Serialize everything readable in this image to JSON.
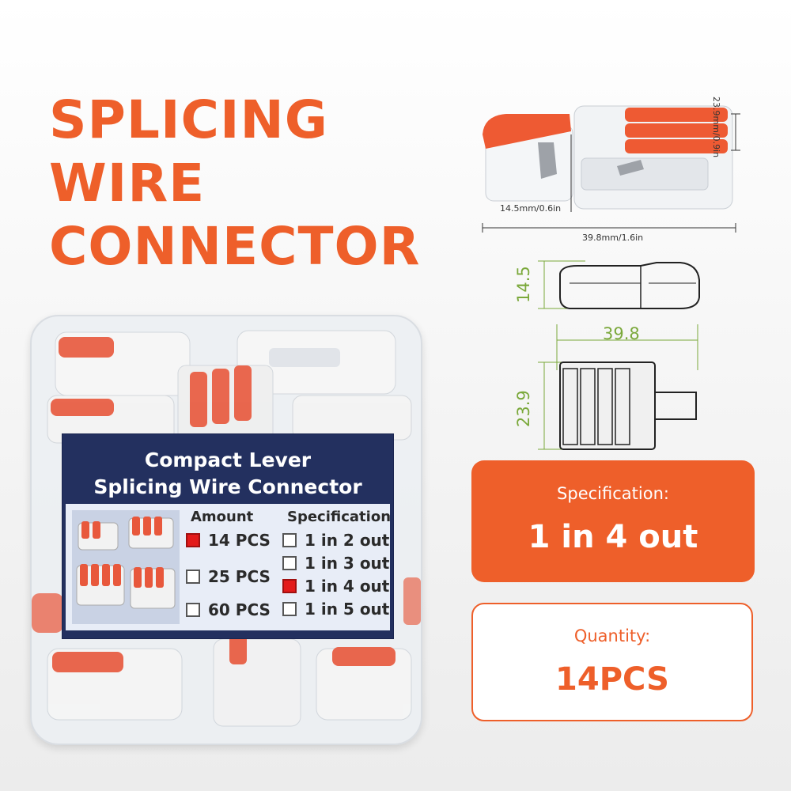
{
  "headline": {
    "line1": "SPLICING",
    "line2": "WIRE",
    "line3": "CONNECTOR"
  },
  "package_label": {
    "title_line1": "Compact Lever",
    "title_line2": "Splicing Wire Connector",
    "amount_header": "Amount",
    "spec_header": "Specification",
    "amount_options": [
      {
        "label": "14 PCS",
        "checked": true
      },
      {
        "label": "25 PCS",
        "checked": false
      },
      {
        "label": "60 PCS",
        "checked": false
      }
    ],
    "spec_options": [
      {
        "label": "1 in 2 out",
        "checked": false
      },
      {
        "label": "1 in 3 out",
        "checked": false
      },
      {
        "label": "1 in 4 out",
        "checked": true
      },
      {
        "label": "1 in 5 out",
        "checked": false
      }
    ]
  },
  "dimensions": {
    "height_label": "23.9mm/0.9in",
    "depth_label": "14.5mm/0.6in",
    "length_label": "39.8mm/1.6in",
    "drawing_height": "14.5",
    "drawing_length": "39.8",
    "drawing_width": "23.9"
  },
  "specification": {
    "label": "Specification:",
    "value": "1 in 4 out"
  },
  "quantity": {
    "label": "Quantity:",
    "value": "14PCS"
  },
  "colors": {
    "accent": "#ee5f2a",
    "label_navy": "#23305f",
    "dimension_green": "#7aa83a",
    "checked_red": "#e31a1a"
  }
}
